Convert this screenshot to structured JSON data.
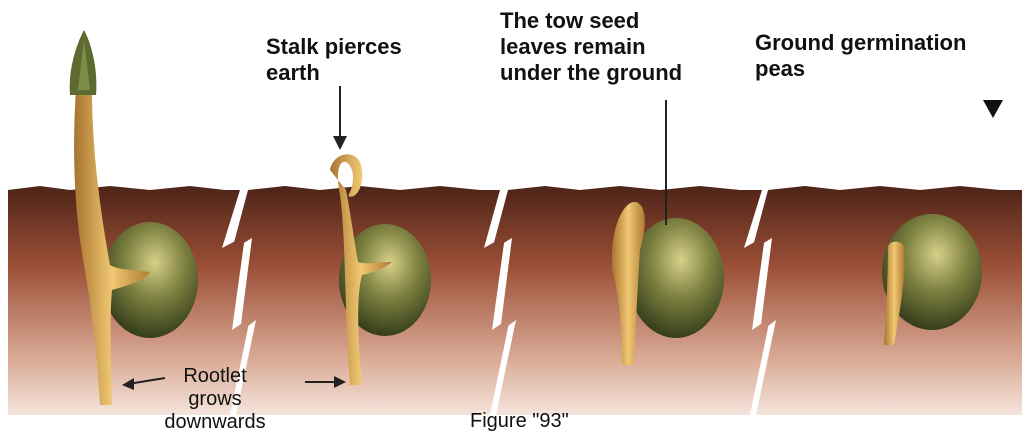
{
  "labels": {
    "stalk_line1": "Stalk pierces",
    "stalk_line2": "earth",
    "seed_line1": "The tow seed",
    "seed_line2": "leaves remain",
    "seed_line3": "under the ground",
    "ground_line1": "Ground germination",
    "ground_line2": "peas",
    "rootlet_line1": "Rootlet",
    "rootlet_line2": "grows",
    "rootlet_line3": "downwards",
    "caption": "Figure \"93\""
  },
  "colors": {
    "soil_top": "#5a2a1c",
    "soil_mid": "#a0543c",
    "soil_bottom": "#f3dcd0",
    "seed_dark": "#2f3a18",
    "seed_light": "#c9c06a",
    "sprout": "#e0b35a",
    "sprout_dark": "#9a6b2a",
    "shoot_tip": "#5a6a2e"
  }
}
